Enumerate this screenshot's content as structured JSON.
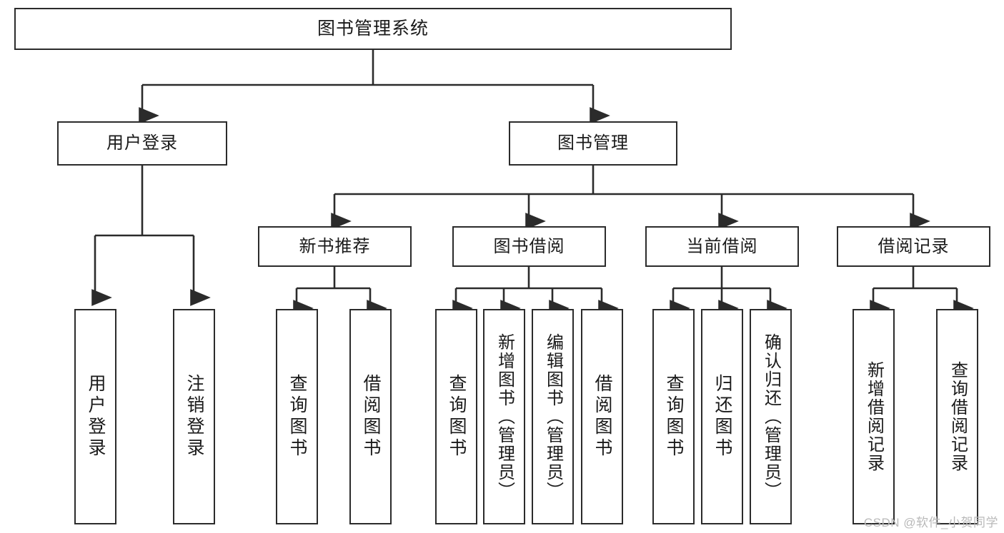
{
  "diagram": {
    "title": "图书管理系统",
    "root": {
      "id": "root",
      "label": "图书管理系统"
    },
    "level1": [
      {
        "id": "user-login",
        "label": "用户登录"
      },
      {
        "id": "book-manage",
        "label": "图书管理"
      }
    ],
    "level2": [
      {
        "id": "new-book-recommend",
        "label": "新书推荐"
      },
      {
        "id": "book-borrow",
        "label": "图书借阅"
      },
      {
        "id": "current-borrow",
        "label": "当前借阅"
      },
      {
        "id": "borrow-record",
        "label": "借阅记录"
      }
    ],
    "leaves": [
      {
        "id": "leaf-user-login",
        "label": "用户登录",
        "parent": "user-login"
      },
      {
        "id": "leaf-user-logout",
        "label": "注销登录",
        "parent": "user-login"
      },
      {
        "id": "leaf-query-book-1",
        "label": "查询图书",
        "parent": "new-book-recommend"
      },
      {
        "id": "leaf-borrow-book-1",
        "label": "借阅图书",
        "parent": "new-book-recommend"
      },
      {
        "id": "leaf-query-book-2",
        "label": "查询图书",
        "parent": "book-borrow"
      },
      {
        "id": "leaf-add-book",
        "label": "新增图书（管理员）",
        "parent": "book-borrow"
      },
      {
        "id": "leaf-edit-book",
        "label": "编辑图书（管理员）",
        "parent": "book-borrow"
      },
      {
        "id": "leaf-borrow-book-2",
        "label": "借阅图书",
        "parent": "book-borrow"
      },
      {
        "id": "leaf-query-book-3",
        "label": "查询图书",
        "parent": "current-borrow"
      },
      {
        "id": "leaf-return-book",
        "label": "归还图书",
        "parent": "current-borrow"
      },
      {
        "id": "leaf-confirm-return",
        "label": "确认归还（管理员）",
        "parent": "current-borrow"
      },
      {
        "id": "leaf-add-record",
        "label": "新增借阅记录",
        "parent": "borrow-record"
      },
      {
        "id": "leaf-query-record",
        "label": "查询借阅记录",
        "parent": "borrow-record"
      }
    ]
  },
  "watermark": {
    "text": "CSDN @软件_小贺同学"
  },
  "colors": {
    "stroke": "#2b2b2b",
    "fill": "#ffffff",
    "text": "#1a1a1a",
    "watermark": "#b9b9b9"
  }
}
